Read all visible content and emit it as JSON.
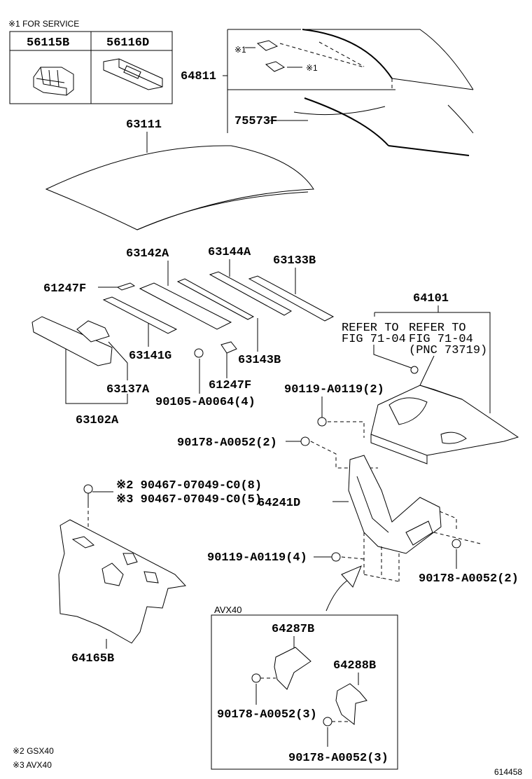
{
  "service_note": "※1 FOR SERVICE",
  "service_box": {
    "left_label": "56115B",
    "right_label": "56116D"
  },
  "labels": {
    "p64811": "64811",
    "p75573f": "75573F",
    "mark1a": "※1",
    "mark1b": "※1",
    "p63111": "63111",
    "p63142a": "63142A",
    "p63144a": "63144A",
    "p63133b": "63133B",
    "p61247f_top": "61247F",
    "p63141g": "63141G",
    "p63143b": "63143B",
    "p63137a": "63137A",
    "p61247f_bot": "61247F",
    "p90105": "90105-A0064(4)",
    "p63102a": "63102A",
    "p64101": "64101",
    "refer1_l1": "REFER TO",
    "refer1_l2": "FIG 71-04",
    "refer2_l1": "REFER TO",
    "refer2_l2": "FIG 71-04",
    "refer2_l3": "(PNC 73719)",
    "p90119_top": "90119-A0119(2)",
    "p90178_left": "90178-A0052(2)",
    "p90467_a": "※2 90467-07049-C0(8)",
    "p90467_b": "※3 90467-07049-C0(5)",
    "p64241d": "64241D",
    "p90119_bot": "90119-A0119(4)",
    "p90178_right": "90178-A0052(2)",
    "p64165b": "64165B",
    "avx_title": "AVX40",
    "p64287b": "64287B",
    "p64288b": "64288B",
    "p90178_avx1": "90178-A0052(3)",
    "p90178_avx2": "90178-A0052(3)",
    "note_gsx": "※2 GSX40",
    "note_avx": "※3 AVX40",
    "diagram_number": "614458"
  }
}
